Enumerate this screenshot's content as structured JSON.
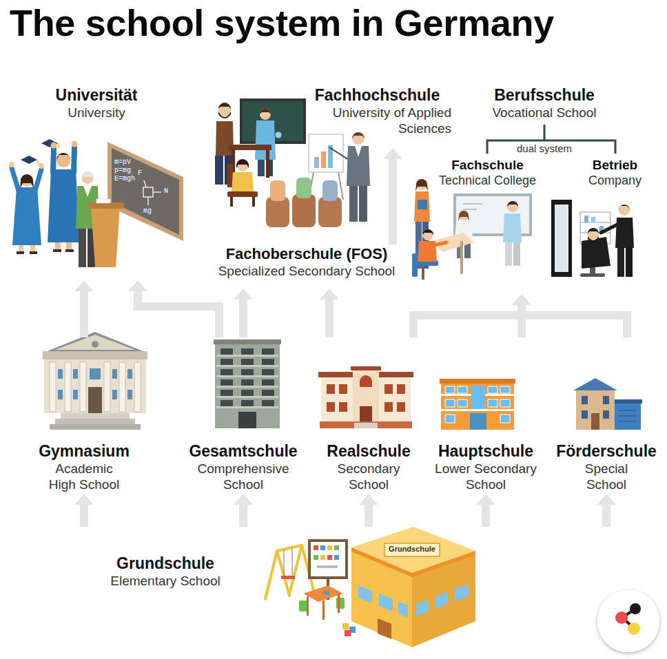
{
  "diagram": {
    "title": "The school system in Germany",
    "nodes": [
      {
        "text": [
          "Universität",
          "University"
        ]
      },
      {
        "text": [
          "Fachhochschule",
          "University of Applied Sciences"
        ]
      },
      {
        "text": [
          "Berufsschule",
          "Vocational School"
        ]
      },
      {
        "text": [
          "Fachschule",
          "Technical College"
        ],
        "in": 2
      },
      {
        "text": [
          "Betrieb",
          "Company"
        ],
        "in": 2
      },
      {
        "text": [
          "Fachoberschule (FOS)",
          "Specialized Secondary School"
        ]
      },
      {
        "text": [
          "Gymnasium",
          "Academic High School"
        ]
      },
      {
        "text": [
          "Gesamtschule",
          "Comprehensive School"
        ]
      },
      {
        "text": [
          "Realschule",
          "Secondary School"
        ]
      },
      {
        "text": [
          "Hauptschule",
          "Lower Secondary School"
        ]
      },
      {
        "text": [
          "Förderschule",
          "Special School"
        ]
      },
      {
        "text": [
          "Grundschule",
          "Elementary School"
        ]
      }
    ],
    "edges": [
      {
        "from": 11,
        "to": 6,
        "arrow": "to"
      },
      {
        "from": 11,
        "to": 7,
        "arrow": "to"
      },
      {
        "from": 11,
        "to": 8,
        "arrow": "to"
      },
      {
        "from": 11,
        "to": 9,
        "arrow": "to"
      },
      {
        "from": 11,
        "to": 10,
        "arrow": "to"
      },
      {
        "from": 6,
        "to": 0,
        "arrow": "to"
      },
      {
        "from": 7,
        "to": 0,
        "arrow": "to"
      },
      {
        "from": 7,
        "to": 5,
        "arrow": "to"
      },
      {
        "from": 8,
        "to": 5,
        "arrow": "to"
      },
      {
        "from": 5,
        "to": 1,
        "arrow": "to"
      },
      {
        "from": 8,
        "to": 2,
        "arrow": "to"
      },
      {
        "from": 9,
        "to": 2,
        "arrow": "to"
      },
      {
        "from": 10,
        "to": 2,
        "arrow": "to"
      }
    ],
    "labels": [
      "dual system",
      "m=pV",
      "p=mg",
      "E=mgh",
      "F",
      "N",
      "mg",
      "Grundschule"
    ]
  }
}
